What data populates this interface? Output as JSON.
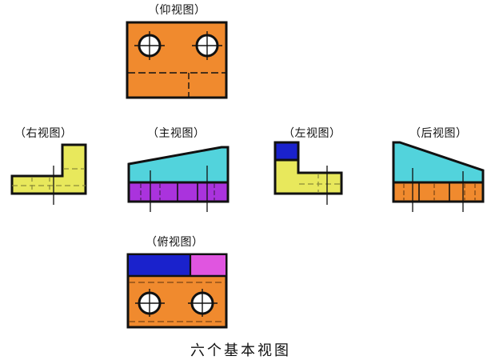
{
  "figure": {
    "caption": "六个基本视图",
    "caption_translation_hint": "Six Basic Views"
  },
  "labels": {
    "bottom_view": "（仰视图）",
    "right_view": "（右视图）",
    "front_view": "（主视图）",
    "left_view": "（左视图）",
    "rear_view": "（后视图）",
    "top_view": "（俯视图）"
  },
  "colors": {
    "orange": "#F08A2E",
    "yellow": "#E8E85C",
    "cyan": "#52D3DC",
    "purple": "#AA33DD",
    "blue": "#1A22CC",
    "magenta": "#E055E0",
    "outline": "#111111",
    "thin_line": "#555555",
    "background": "#FFFFFF"
  },
  "views": [
    {
      "id": "bottom-view",
      "label": "（仰视图）",
      "fill": "#F08A2E",
      "shape": "rectangle",
      "features": [
        "two-circles-with-crosshairs",
        "hidden-dashed-lines"
      ]
    },
    {
      "id": "right-view",
      "label": "（右视图）",
      "fill": "#E8E85C",
      "shape": "L-shape",
      "features": [
        "centerlines",
        "hidden-dashed-lines"
      ]
    },
    {
      "id": "front-view",
      "label": "（主视图）",
      "fill": "#52D3DC",
      "secondary_fill": "#AA33DD",
      "shape": "wedge-over-band",
      "features": [
        "hidden-dashed-lines",
        "centerlines"
      ]
    },
    {
      "id": "left-view",
      "label": "（左视图）",
      "fill": "#E8E85C",
      "secondary_fill": "#1A22CC",
      "shape": "mirrored-L-shape",
      "features": [
        "centerlines",
        "hidden-dashed-lines"
      ]
    },
    {
      "id": "rear-view",
      "label": "（后视图）",
      "fill": "#52D3DC",
      "secondary_fill": "#F08A2E",
      "shape": "mirrored-wedge-over-band",
      "features": [
        "hidden-dashed-lines",
        "centerlines"
      ]
    },
    {
      "id": "top-view",
      "label": "（俯视图）",
      "fill": "#F08A2E",
      "secondary_fill": "#1A22CC",
      "tertiary_fill": "#E055E0",
      "shape": "rectangle-with-bands",
      "features": [
        "two-circles-with-crosshairs",
        "hidden-dashed-lines"
      ]
    }
  ]
}
